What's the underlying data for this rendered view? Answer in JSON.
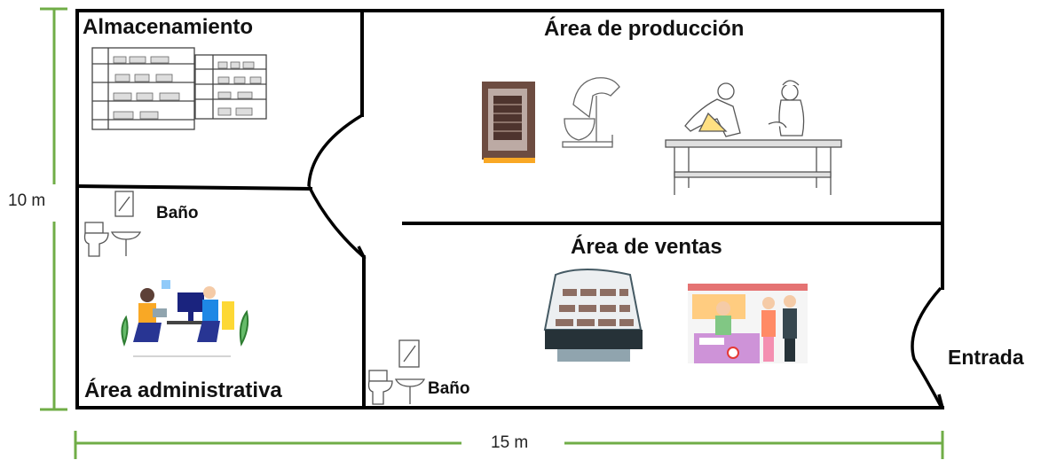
{
  "rooms": {
    "storage": "Almacenamiento",
    "production": "Área de producción",
    "sales": "Área de ventas",
    "admin": "Área administrativa",
    "bath_left": "Baño",
    "bath_right": "Baño",
    "entrance": "Entrada"
  },
  "dimensions": {
    "height": "10 m",
    "width": "15 m"
  },
  "icons": [
    "storage-shelves-icon",
    "oven-icon",
    "stand-mixer-icon",
    "bakers-table-icon",
    "toilet-sink-icon",
    "office-workers-icon",
    "pastry-display-case-icon",
    "pastry-shop-counter-icon"
  ],
  "colors": {
    "walls": "#000000",
    "dimension_lines": "#70ad47"
  }
}
